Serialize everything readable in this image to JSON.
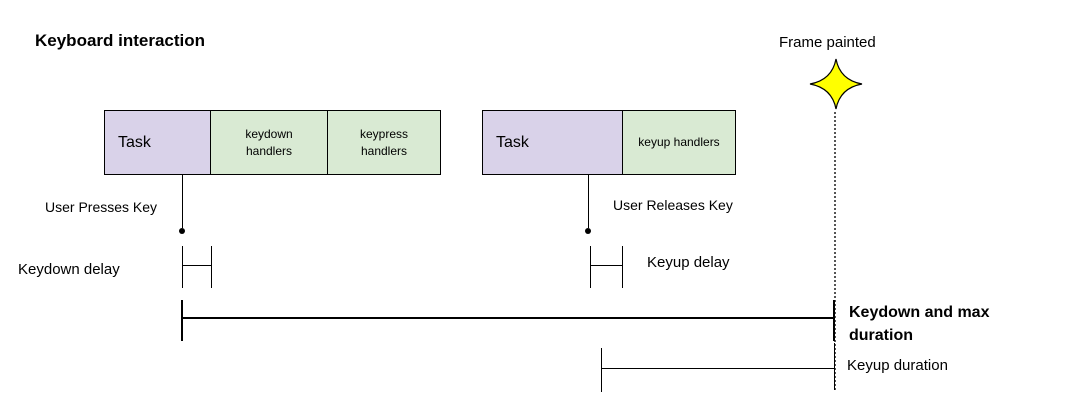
{
  "title": "Keyboard interaction",
  "frame_marker": {
    "label": "Frame painted",
    "icon": "sparkle-star-icon"
  },
  "timeline": {
    "task1": {
      "label": "Task",
      "handlers": [
        "keydown\nhandlers",
        "keypress\nhandlers"
      ]
    },
    "task2": {
      "label": "Task",
      "handlers": [
        "keyup handlers"
      ]
    },
    "events": {
      "press": "User Presses Key",
      "release": "User Releases Key"
    },
    "intervals": {
      "keydown_delay": "Keydown delay",
      "keyup_delay": "Keyup delay",
      "keydown_max_duration": "Keydown and max duration",
      "keyup_duration": "Keyup duration"
    }
  },
  "colors": {
    "task_fill": "#d9d2e9",
    "handler_fill": "#d9ead3",
    "star_fill": "#ffff00",
    "line": "#000000",
    "frame_line": "#555555"
  }
}
